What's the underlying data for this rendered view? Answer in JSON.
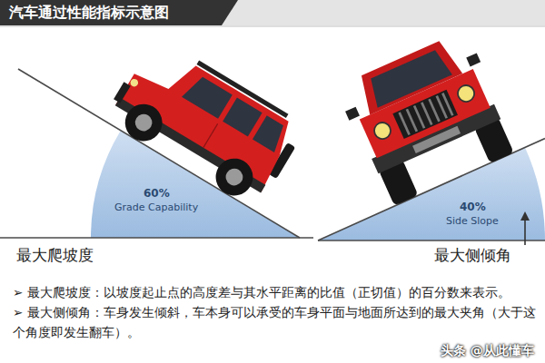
{
  "diagram": {
    "title": "汽车通过性能指标示意图",
    "labels": [
      "60%",
      "Grade Capability",
      "40%",
      "Side Slope",
      "最大爬坡度",
      "最大侧倾角",
      "➢ 最大爬坡度：以坡度起止点的高度差与其水平距离的比值（正切值）的百分数来表示。",
      "➢ 最大侧倾角：车身发生倾斜，车本身可以承受的车身平面与地面所达到的最大夹角（大于这个角度即发生翻车）。",
      "头条 @从此懂车"
    ]
  }
}
